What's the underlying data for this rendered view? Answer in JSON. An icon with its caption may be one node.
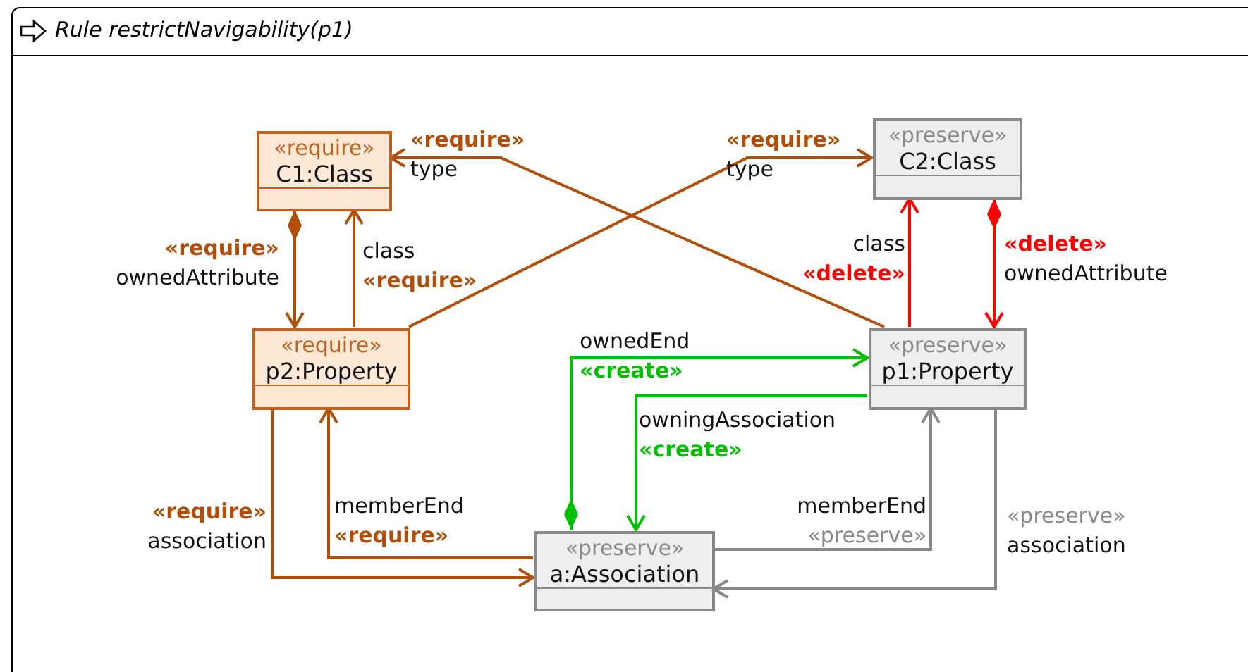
{
  "diagram": {
    "nodes": [
      {
        "text": [
          "Rule restrictNavigability(p1)"
        ]
      },
      {
        "text": [
          "«require»",
          "C1:Class"
        ],
        "in": 0
      },
      {
        "text": [
          "«preserve»",
          "C2:Class"
        ],
        "in": 0
      },
      {
        "text": [
          "«require»",
          "p2:Property"
        ],
        "in": 0
      },
      {
        "text": [
          "«preserve»",
          "p1:Property"
        ],
        "in": 0
      },
      {
        "text": [
          "«preserve»",
          "a:Association"
        ],
        "in": 0
      }
    ],
    "edges": [
      {
        "from": 1,
        "to": 3,
        "arrow": "to",
        "label": "**«require»** ownedAttribute"
      },
      {
        "from": 3,
        "to": 1,
        "arrow": "to",
        "label": "class **«require»**"
      },
      {
        "from": 4,
        "to": 1,
        "arrow": "to",
        "label": "**«require»** type"
      },
      {
        "from": 3,
        "to": 2,
        "arrow": "to",
        "label": "**«require»** type"
      },
      {
        "from": 4,
        "to": 2,
        "arrow": "to",
        "label": "class **«delete»**",
        "color": "#ff0000"
      },
      {
        "from": 2,
        "to": 4,
        "arrow": "to",
        "label": "**«delete»** ownedAttribute",
        "color": "#ff0000"
      },
      {
        "from": 5,
        "to": 4,
        "arrow": "to",
        "label": "ownedEnd **«create»**",
        "color": "#00c000"
      },
      {
        "from": 4,
        "to": 5,
        "arrow": "to",
        "label": "owningAssociation **«create»**",
        "color": "#00c000"
      },
      {
        "from": 5,
        "to": 3,
        "arrow": "to",
        "label": "memberEnd **«require»**"
      },
      {
        "from": 3,
        "to": 5,
        "arrow": "to",
        "label": "**«require»** association"
      },
      {
        "from": 5,
        "to": 4,
        "arrow": "to",
        "label": "memberEnd **«preserve»**",
        "color": "#888888"
      },
      {
        "from": 4,
        "to": 5,
        "arrow": "to",
        "label": "**«preserve»** association",
        "color": "#888888"
      }
    ]
  }
}
